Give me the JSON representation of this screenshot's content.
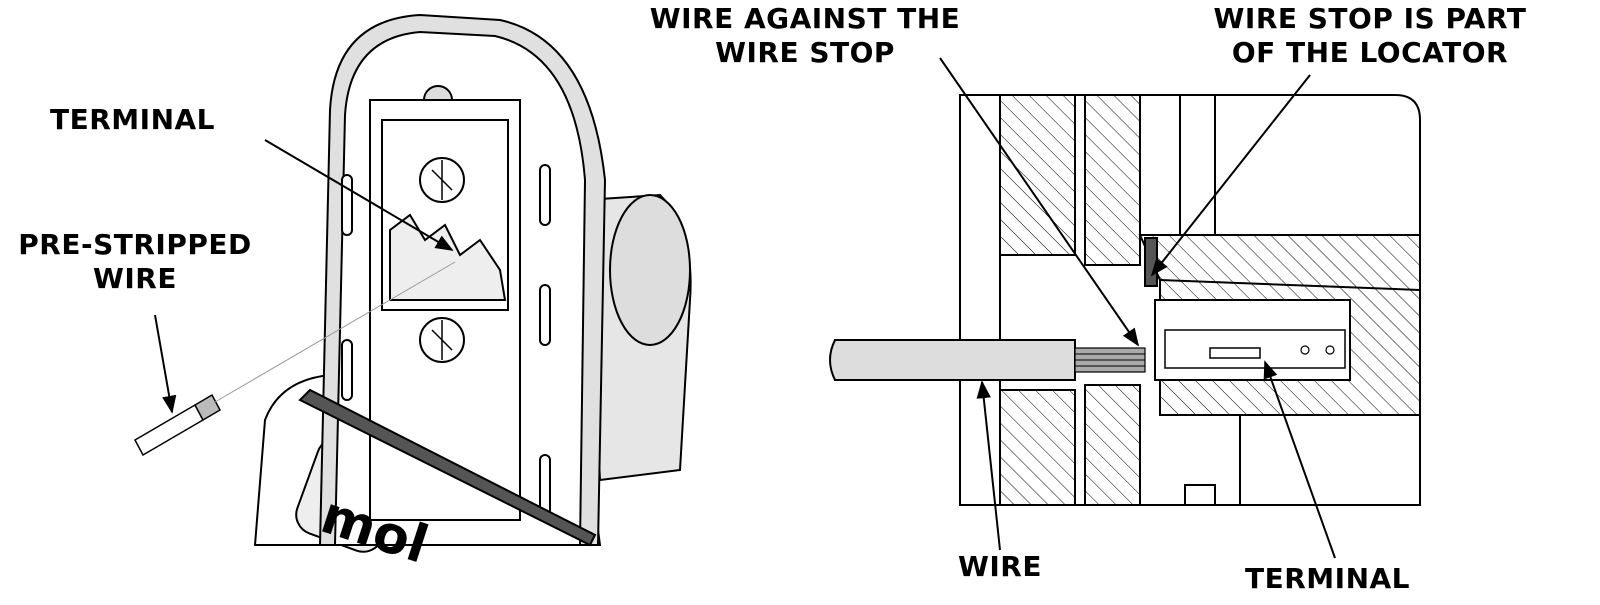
{
  "left_figure": {
    "labels": {
      "terminal": "TERMINAL",
      "pre_stripped_line1": "PRE-STRIPPED",
      "pre_stripped_line2": "WIRE"
    },
    "logo_text": "mol"
  },
  "right_figure": {
    "labels": {
      "wire_against_line1": "WIRE AGAINST THE",
      "wire_against_line2": "WIRE STOP",
      "wire_stop_line1": "WIRE STOP IS PART",
      "wire_stop_line2": "OF THE LOCATOR",
      "wire": "WIRE",
      "terminal": "TERMINAL"
    }
  },
  "colors": {
    "ink": "#000000",
    "tool_grey": "#d9d9d9",
    "dark_grey": "#555555"
  }
}
